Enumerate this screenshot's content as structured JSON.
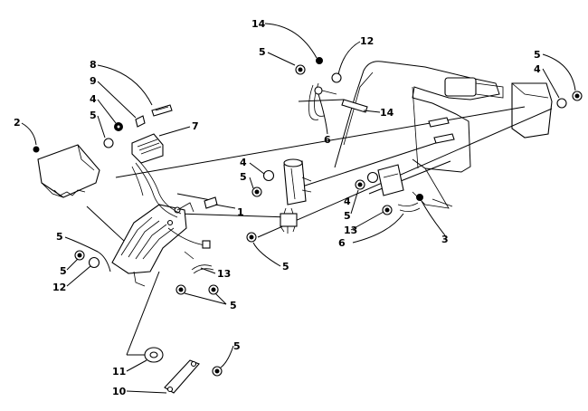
{
  "callouts": [
    {
      "id": "c-14a",
      "label": "14"
    },
    {
      "id": "c-12a",
      "label": "12"
    },
    {
      "id": "c-5a",
      "label": "5"
    },
    {
      "id": "c-5b",
      "label": "5"
    },
    {
      "id": "c-4a",
      "label": "4"
    },
    {
      "id": "c-8",
      "label": "8"
    },
    {
      "id": "c-9",
      "label": "9"
    },
    {
      "id": "c-4b",
      "label": "4"
    },
    {
      "id": "c-5c",
      "label": "5"
    },
    {
      "id": "c-2",
      "label": "2"
    },
    {
      "id": "c-7",
      "label": "7"
    },
    {
      "id": "c-14b",
      "label": "14"
    },
    {
      "id": "c-6a",
      "label": "6"
    },
    {
      "id": "c-4c",
      "label": "4"
    },
    {
      "id": "c-5d",
      "label": "5"
    },
    {
      "id": "c-1",
      "label": "1"
    },
    {
      "id": "c-5e",
      "label": "5"
    },
    {
      "id": "c-4d",
      "label": "4"
    },
    {
      "id": "c-5f",
      "label": "5"
    },
    {
      "id": "c-13a",
      "label": "13"
    },
    {
      "id": "c-6b",
      "label": "6"
    },
    {
      "id": "c-3",
      "label": "3"
    },
    {
      "id": "c-5g",
      "label": "5"
    },
    {
      "id": "c-5h",
      "label": "5"
    },
    {
      "id": "c-12b",
      "label": "12"
    },
    {
      "id": "c-13b",
      "label": "13"
    },
    {
      "id": "c-5i",
      "label": "5"
    },
    {
      "id": "c-5j",
      "label": "5"
    },
    {
      "id": "c-11",
      "label": "11"
    },
    {
      "id": "c-10",
      "label": "10"
    }
  ]
}
